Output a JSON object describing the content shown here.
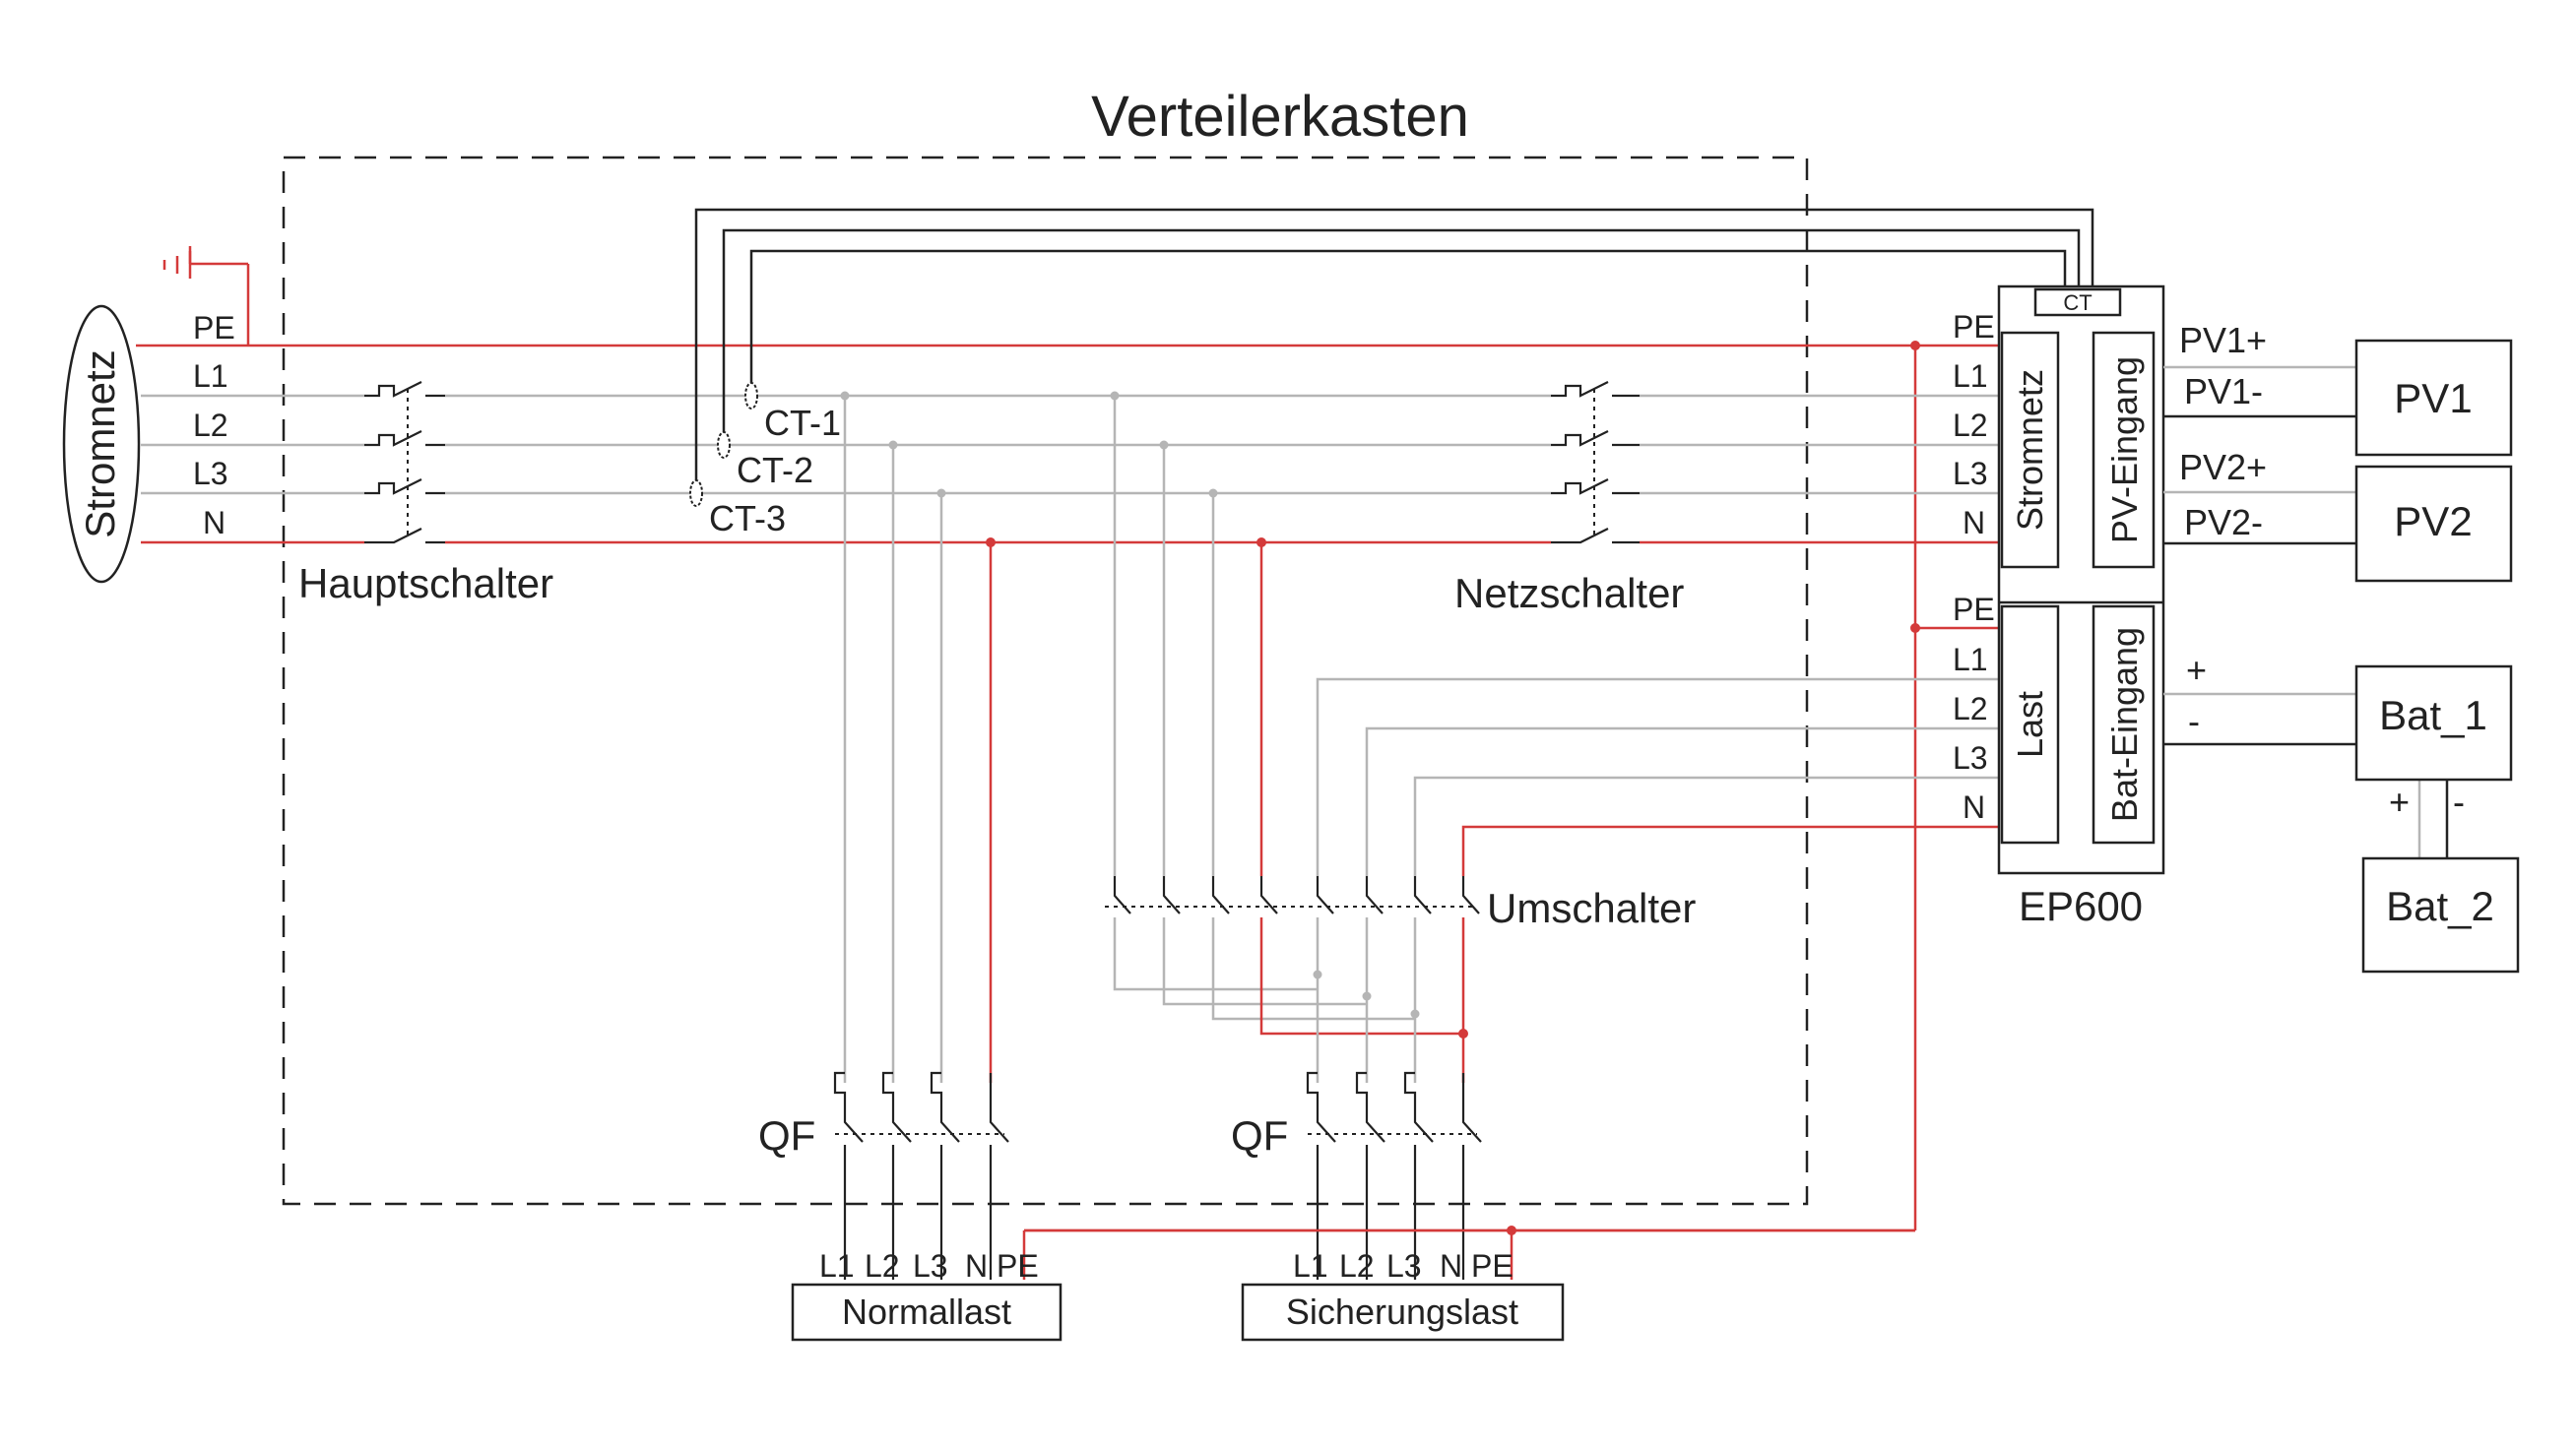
{
  "diagram": {
    "title": "Verteilerkasten",
    "colors": {
      "line": "#222222",
      "neutral_pe": "#d43a3a",
      "phase": "#b5b5b5"
    },
    "grid_label": "Stromnetz",
    "grid_terminals": [
      "PE",
      "L1",
      "L2",
      "L3",
      "N"
    ],
    "main_switch_label": "Hauptschalter",
    "grid_switch_label": "Netzschalter",
    "transfer_switch_label": "Umschalter",
    "ct_labels": [
      "CT-1",
      "CT-2",
      "CT-3"
    ],
    "qf_labels": [
      "QF",
      "QF"
    ],
    "inverter": {
      "name": "EP600",
      "ct_port": "CT",
      "grid_port_label": "Stromnetz",
      "grid_terminals": [
        "PE",
        "L1",
        "L2",
        "L3",
        "N"
      ],
      "load_port_label": "Last",
      "load_terminals": [
        "PE",
        "L1",
        "L2",
        "L3",
        "N"
      ],
      "pv_port_label": "PV-Eingang",
      "bat_port_label": "Bat-Eingang"
    },
    "pv": {
      "pv1": {
        "name": "PV1",
        "plus": "PV1+",
        "minus": "PV1-"
      },
      "pv2": {
        "name": "PV2",
        "plus": "PV2+",
        "minus": "PV2-"
      }
    },
    "battery": {
      "bat1": "Bat_1",
      "bat2": "Bat_2",
      "plus": "+",
      "minus": "-"
    },
    "loads": {
      "normal": {
        "name": "Normallast",
        "terminals": [
          "L1",
          "L2",
          "L3",
          "N",
          "PE"
        ]
      },
      "backup": {
        "name": "Sicherungslast",
        "terminals": [
          "L1",
          "L2",
          "L3",
          "N",
          "PE"
        ]
      }
    }
  }
}
